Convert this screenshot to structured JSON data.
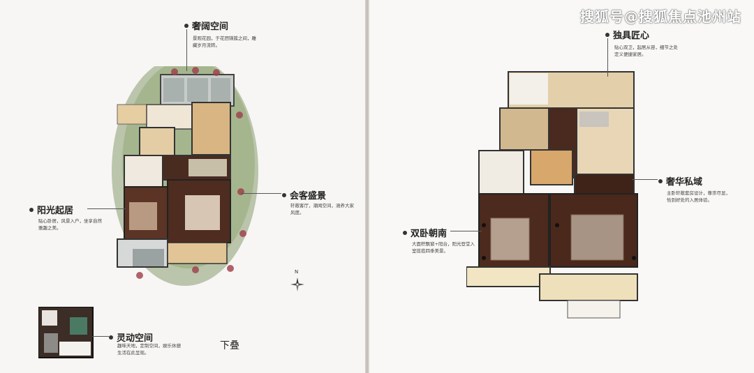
{
  "watermark": "搜狐号@搜狐焦点池州站",
  "left_page": {
    "rooms": [
      {
        "title": "奢阔空间",
        "desc": "景观花园，于花团锦簇之间，雕藏岁月流转。"
      },
      {
        "title": "阳光起居",
        "desc": "贴心卧居，风景入户，坐享自然雅趣之美。"
      },
      {
        "title": "会客盛景",
        "desc": "轩敞客厅，潮闻空间，涵养大家风度。"
      },
      {
        "title": "灵动空间",
        "desc": "趣味天地，定制空间，娱乐休憩生活在此呈现。"
      }
    ],
    "floor_label": "下叠",
    "compass": "N"
  },
  "right_page": {
    "rooms": [
      {
        "title": "独具匠心",
        "desc": "贴心双卫，起居从容，细节之处定义便捷家居。"
      },
      {
        "title": "奢华私域",
        "desc": "主卧轩敞套房设计，尊崇尽显，恰到好处的入居体验。"
      },
      {
        "title": "双卧朝南",
        "desc": "大面积飘窗+阳台，阳光登堂入室揽揽四季美景。"
      }
    ]
  }
}
